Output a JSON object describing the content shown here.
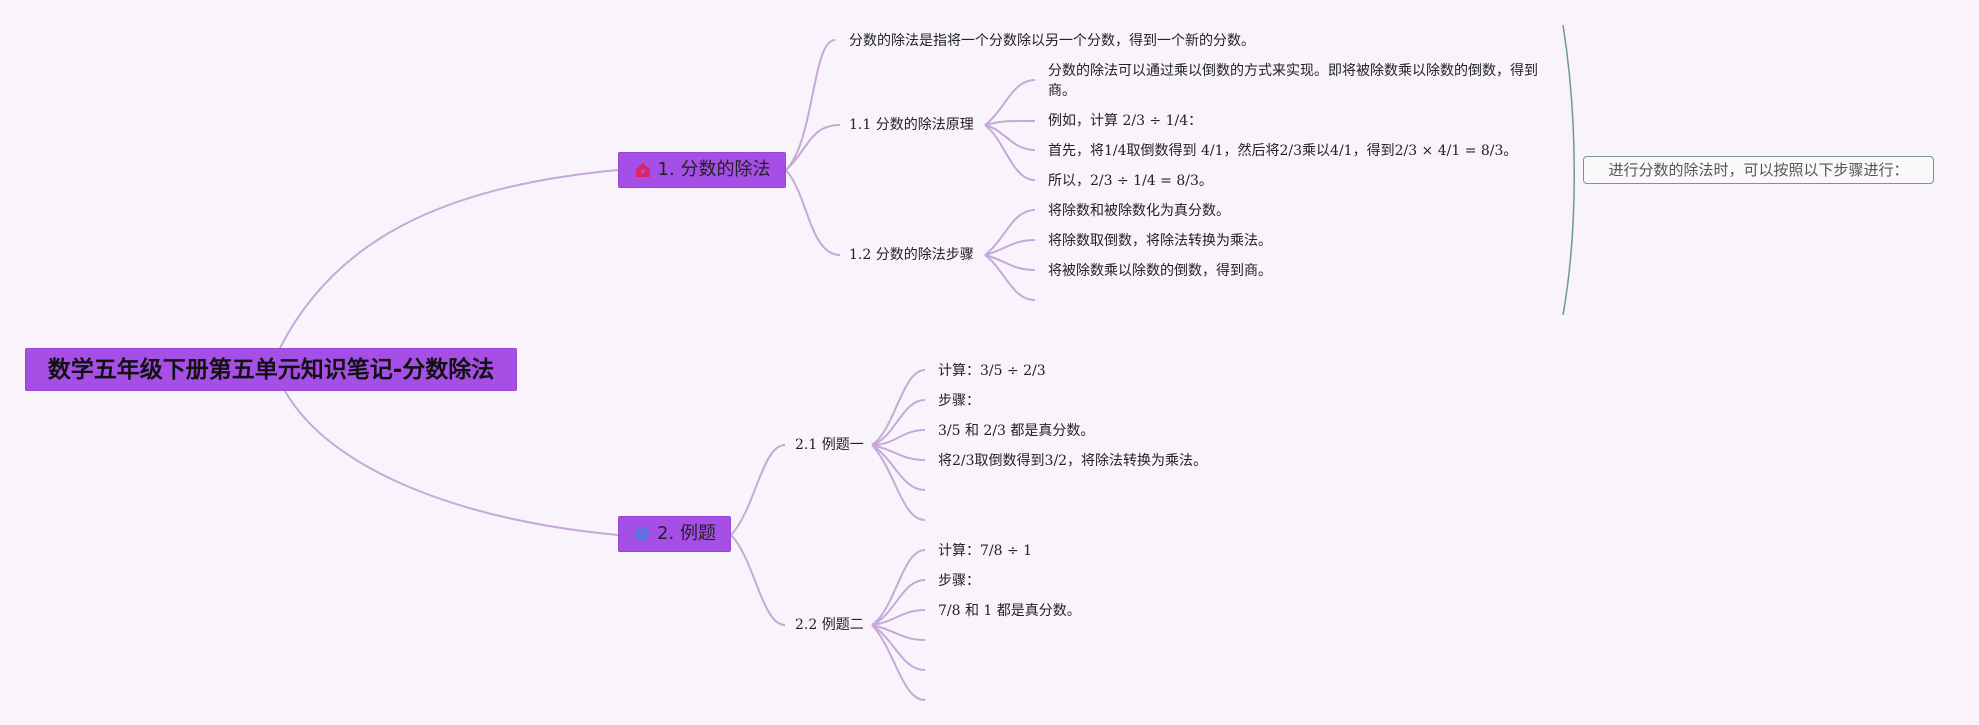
{
  "root": {
    "label": "数学五年级下册第五单元知识笔记-分数除法"
  },
  "section1": {
    "label": "1. 分数的除法",
    "icon": "home-icon",
    "icon_color": "#e0245e",
    "intro": "分数的除法是指将一个分数除以另一个分数，得到一个新的分数。",
    "sub1": {
      "label": "1.1 分数的除法原理",
      "items": [
        "分数的除法可以通过乘以倒数的方式来实现。即将被除数乘以除数的倒数，得到商。",
        "例如，计算 2/3 ÷ 1/4：",
        "首先，将1/4取倒数得到 4/1，然后将2/3乘以4/1，得到2/3 × 4/1 = 8/3。",
        "所以，2/3 ÷ 1/4 = 8/3。"
      ]
    },
    "sub2": {
      "label": "1.2 分数的除法步骤",
      "items": [
        "将除数和被除数化为真分数。",
        "将除数取倒数，将除法转换为乘法。",
        "将被除数乘以除数的倒数，得到商。"
      ]
    },
    "note": "进行分数的除法时，可以按照以下步骤进行："
  },
  "section2": {
    "label": "2. 例题",
    "icon": "gear-icon",
    "icon_color": "#4a7de8",
    "sub1": {
      "label": "2.1 例题一",
      "items": [
        "计算：3/5 ÷ 2/3",
        "步骤：",
        "3/5 和 2/3 都是真分数。",
        "将2/3取倒数得到3/2，将除法转换为乘法。"
      ]
    },
    "sub2": {
      "label": "2.2 例题二",
      "items": [
        "计算：7/8 ÷ 1",
        "步骤：",
        "7/8 和 1 都是真分数。"
      ]
    }
  },
  "colors": {
    "node_fill": "#a64fe6",
    "connector": "#c6a9d8",
    "bracket": "#6f9a8f",
    "background": "#f9f4fb"
  }
}
